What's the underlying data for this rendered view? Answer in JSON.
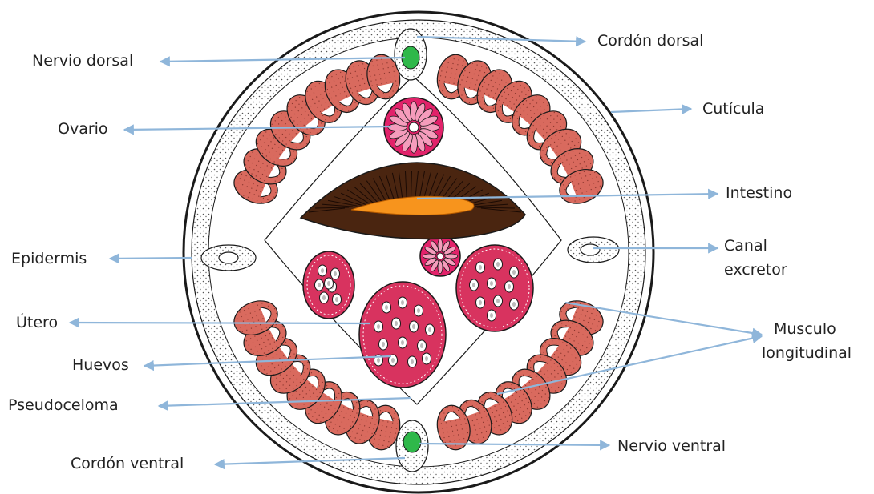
{
  "colors": {
    "arrow": "#8fb6da",
    "muscle": "#d96a5e",
    "epidermis_dots": "#555555",
    "ovary": "#e2226a",
    "egg_fill": "#d8335f",
    "intestine_wall": "#4a2510",
    "intestine_lumen": "#f7941d",
    "nerve": "#2fb84a",
    "outline": "#1a1a1a"
  },
  "labels": {
    "cordon_dorsal": "Cordón dorsal",
    "nervio_dorsal": "Nervio dorsal",
    "cuticula": "Cutícula",
    "ovario": "Ovario",
    "intestino": "Intestino",
    "epidermis": "Epidermis",
    "canal_excretor_1": "Canal",
    "canal_excretor_2": "excretor",
    "utero": "Útero",
    "musculo_1": "Musculo",
    "musculo_2": "longitudinal",
    "huevos": "Huevos",
    "pseudoceloma": "Pseudoceloma",
    "nervio_ventral": "Nervio ventral",
    "cordon_ventral": "Cordón ventral"
  }
}
